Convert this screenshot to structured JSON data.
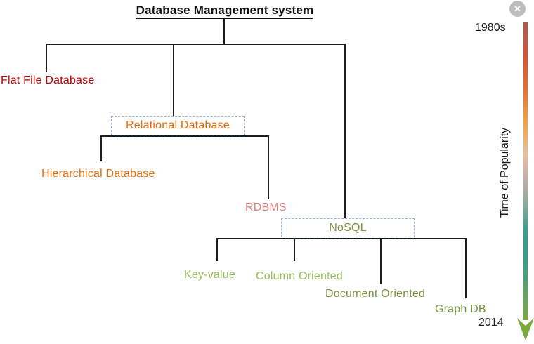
{
  "title": "Database Management system",
  "window": {
    "close_icon": "✕"
  },
  "timeline": {
    "start_label": "1980s",
    "end_label": "2014",
    "axis_label": "Time of Popularity",
    "gradient_colors": [
      "#AE5A50",
      "#DE5130",
      "#EC6C2C",
      "#F59F3E",
      "#ECBC96",
      "#CBACA6",
      "#8FAC9C",
      "#35A08E",
      "#2E9E8C",
      "#52A46A",
      "#7AAA3C"
    ],
    "arrow_color": "#7AAA3C"
  },
  "tree": {
    "root_label": "Database Management system",
    "box_border_color": "#95B3D7",
    "nodes": [
      {
        "id": "flat-file",
        "label": "Flat File Database",
        "color": "#C00000",
        "boxed": false
      },
      {
        "id": "relational",
        "label": "Relational Database",
        "color": "#E36C0A",
        "boxed": true
      },
      {
        "id": "hierarchical",
        "label": "Hierarchical Database",
        "color": "#E36C0A",
        "boxed": false
      },
      {
        "id": "rdbms",
        "label": "RDBMS",
        "color": "#DF8080",
        "boxed": false
      },
      {
        "id": "nosql",
        "label": "NoSQL",
        "color": "#77933C",
        "boxed": true
      },
      {
        "id": "key-value",
        "label": "Key-value",
        "color": "#9BBB59",
        "boxed": false
      },
      {
        "id": "column-oriented",
        "label": "Column Oriented",
        "color": "#9BBB59",
        "boxed": false
      },
      {
        "id": "document-oriented",
        "label": "Document Oriented",
        "color": "#76923C",
        "boxed": false
      },
      {
        "id": "graph-db",
        "label": "Graph DB",
        "color": "#76923C",
        "boxed": false
      }
    ]
  }
}
